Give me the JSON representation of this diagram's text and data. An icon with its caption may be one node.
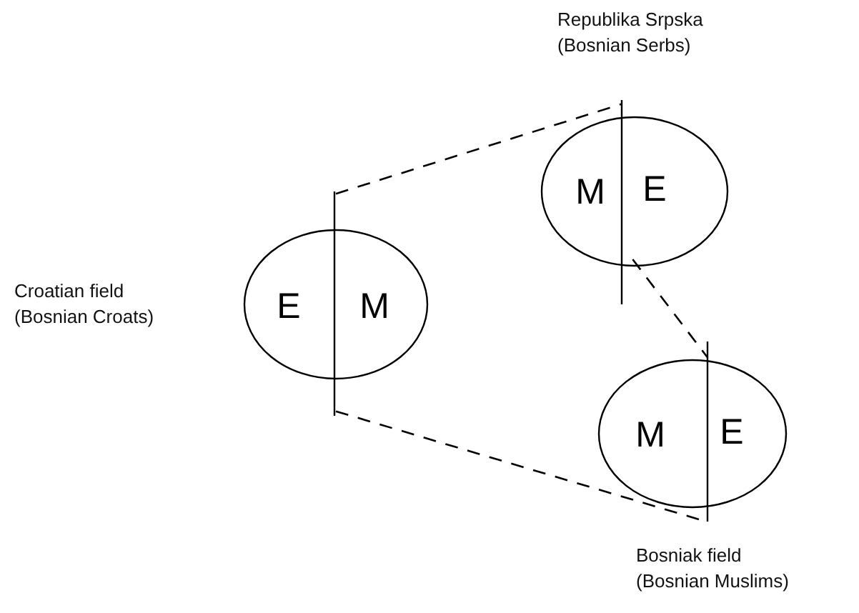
{
  "diagram": {
    "nodes": [
      {
        "text": [
          "E",
          "M"
        ]
      },
      {
        "text": [
          "M",
          "E"
        ]
      },
      {
        "text": [
          "M",
          "E"
        ]
      }
    ],
    "edges": [
      {
        "from": 0,
        "to": 1,
        "arrow": "none",
        "style": "dashed"
      },
      {
        "from": 0,
        "to": 2,
        "arrow": "none",
        "style": "dashed"
      },
      {
        "from": 1,
        "to": 2,
        "arrow": "none",
        "style": "dashed"
      }
    ],
    "labels": [
      "Republika Srpska (Bosnian Serbs)",
      "Croatian field (Bosnian Croats)",
      "Bosniak field (Bosnian Muslims)"
    ]
  }
}
